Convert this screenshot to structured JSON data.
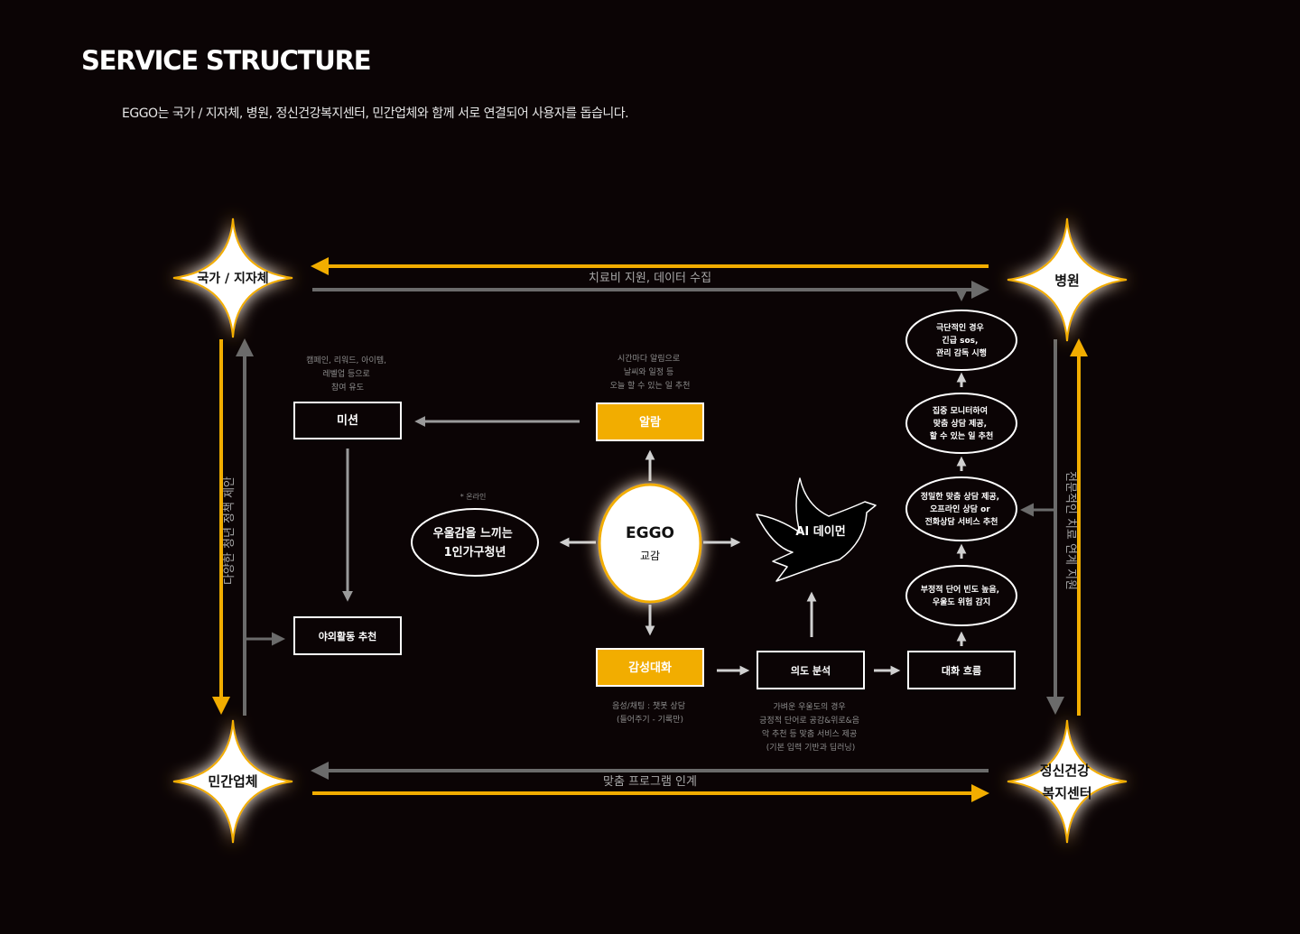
{
  "header": {
    "title": "SERVICE STRUCTURE",
    "subtitle": "EGGO는 국가 / 지자체, 병원, 정신건강복지센터, 민간업체와 함께 서로 연결되어 사용자를 돕습니다."
  },
  "colors": {
    "background": "#0b0405",
    "accent": "#f2ad00",
    "arrow_gray": "#6b6b6b",
    "glow": "#ffb400"
  },
  "corners": {
    "government": "국가 / 지자체",
    "hospital": "병원",
    "private_company": "민간업체",
    "mental_health_center": [
      "정신건강",
      "복지센터"
    ]
  },
  "edges": {
    "top": "치료비 지원, 데이터 수집",
    "bottom": "맞춤 프로그램 인계",
    "left": "다양한 청년 정책 제안",
    "right": "전문적인 치료 연계 지원"
  },
  "nodes": {
    "mission": {
      "label": "미션",
      "note": [
        "캠페인, 리워드, 아이템,",
        "레벨업 등으로",
        "참여 유도"
      ]
    },
    "outdoor": {
      "label": "야외활동 추천"
    },
    "alarm": {
      "label": "알람",
      "note": [
        "시간마다 알림으로",
        "날씨와 일정 등",
        "오늘 할 수 있는 일 추천"
      ]
    },
    "user": {
      "note": "* 온라인",
      "lines": [
        "우울감을 느끼는",
        "1인가구청년"
      ]
    },
    "eggo": {
      "title": "EGGO",
      "subtitle": "교감"
    },
    "ai": {
      "label": "AI 데이먼",
      "icon": "dove-icon"
    },
    "emotional_chat": {
      "label": "감성대화",
      "note": [
        "음성/채팅 : 챗봇 상담",
        "(들어주기 - 기록만)"
      ]
    },
    "intent": {
      "label": "의도 분석",
      "note": [
        "가벼운 우울도의 경우",
        "긍정적 단어로 공감&위로&음",
        "악 추천 등 맞춤 서비스 제공",
        "(기본 입력 기반과 딥러닝)"
      ]
    },
    "flow": {
      "label": "대화 흐름"
    }
  },
  "escalation": [
    [
      "부정적 단어 빈도 높음,",
      "우울도 위험 감지"
    ],
    [
      "정밀한 맞춤 상담 제공,",
      "오프라인 상담 or",
      "전화상담 서비스 추천"
    ],
    [
      "집중 모니터하여",
      "맞춤 상담 제공,",
      "할 수 있는 일 추천"
    ],
    [
      "극단적인 경우",
      "긴급 sos,",
      "관리 감독 시행"
    ]
  ]
}
